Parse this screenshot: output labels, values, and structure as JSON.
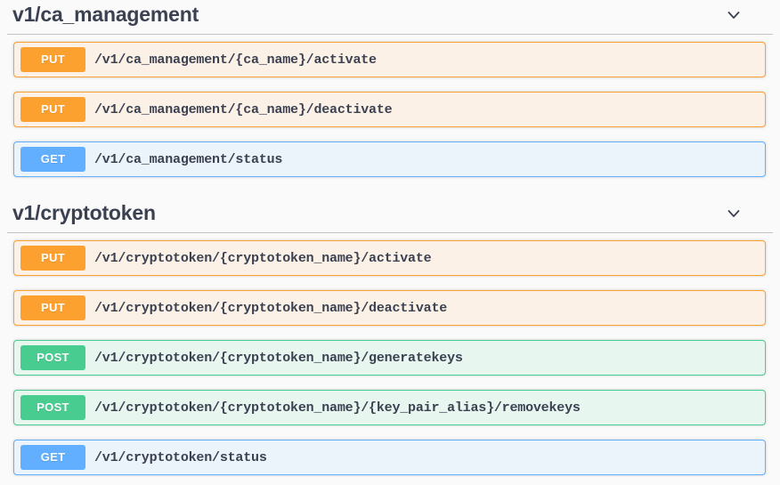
{
  "page": {
    "background": "#fafafa",
    "text_color": "#3b4151"
  },
  "colors": {
    "get": "#61affe",
    "post": "#49cc90",
    "put": "#fca130",
    "delete": "#f93e3e",
    "get_bg": "#ebf3fb",
    "post_bg": "#e8f6f0",
    "put_bg": "#fbf1e6"
  },
  "sections": [
    {
      "title": "v1/ca_management",
      "collapse_icon": "chevron-down-icon",
      "expanded": true,
      "operations": [
        {
          "method": "PUT",
          "path": "/v1/ca_management/{ca_name}/activate"
        },
        {
          "method": "PUT",
          "path": "/v1/ca_management/{ca_name}/deactivate"
        },
        {
          "method": "GET",
          "path": "/v1/ca_management/status"
        }
      ]
    },
    {
      "title": "v1/cryptotoken",
      "collapse_icon": "chevron-down-icon",
      "expanded": true,
      "operations": [
        {
          "method": "PUT",
          "path": "/v1/cryptotoken/{cryptotoken_name}/activate"
        },
        {
          "method": "PUT",
          "path": "/v1/cryptotoken/{cryptotoken_name}/deactivate"
        },
        {
          "method": "POST",
          "path": "/v1/cryptotoken/{cryptotoken_name}/generatekeys"
        },
        {
          "method": "POST",
          "path": "/v1/cryptotoken/{cryptotoken_name}/{key_pair_alias}/removekeys"
        },
        {
          "method": "GET",
          "path": "/v1/cryptotoken/status"
        }
      ]
    }
  ]
}
